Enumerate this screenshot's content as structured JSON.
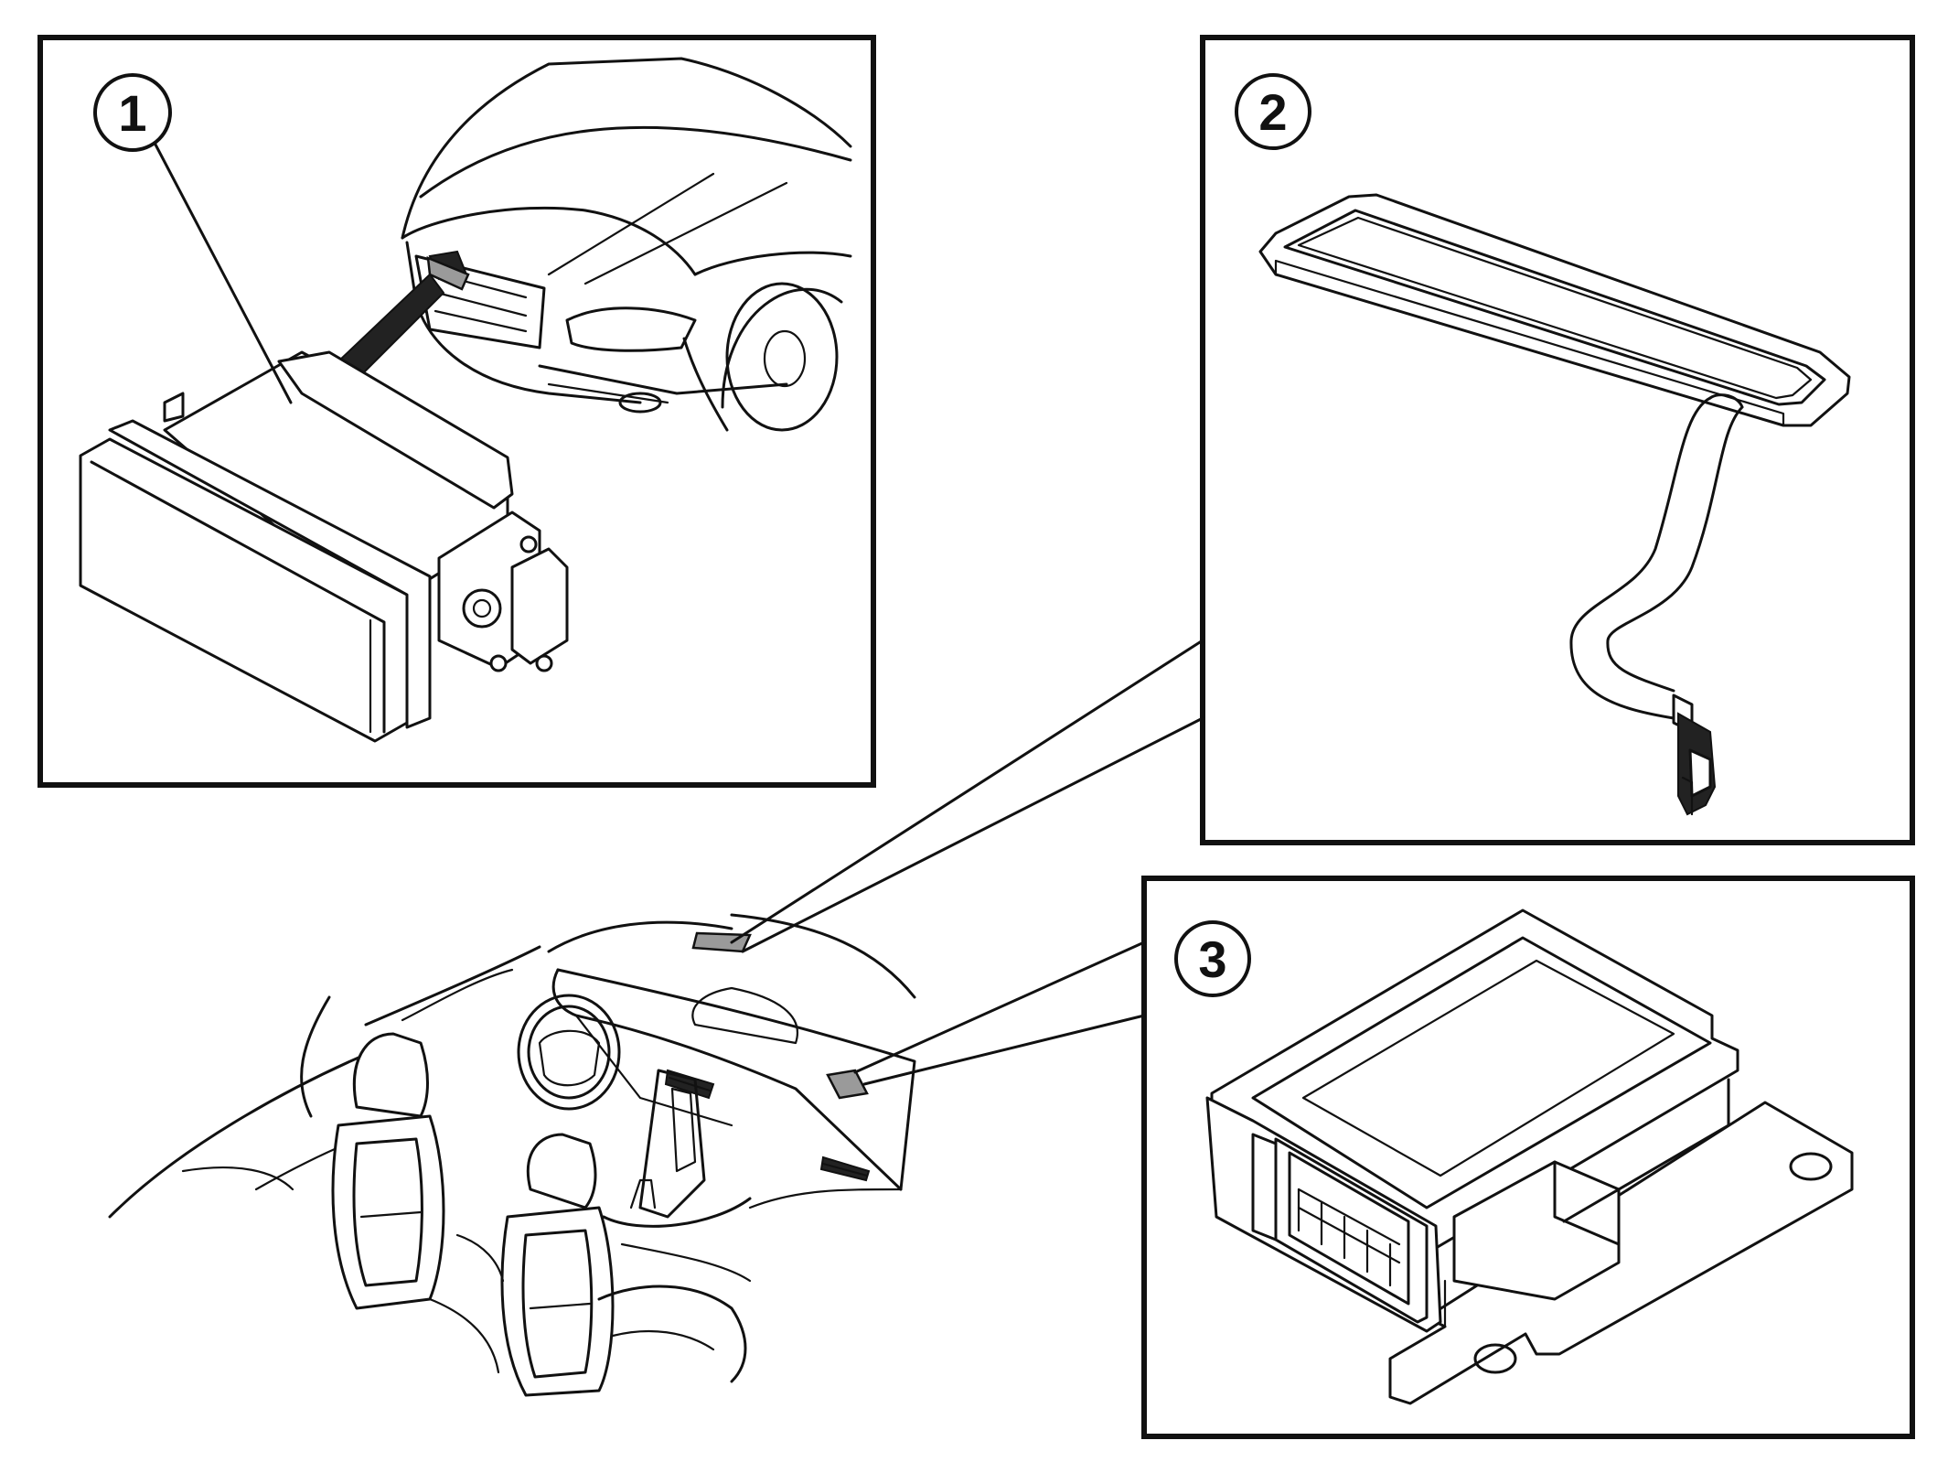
{
  "callouts": {
    "one": "1",
    "two": "2",
    "three": "3"
  },
  "colors": {
    "line": "#111111",
    "background": "#ffffff",
    "highlight": "#9a9a9a"
  }
}
